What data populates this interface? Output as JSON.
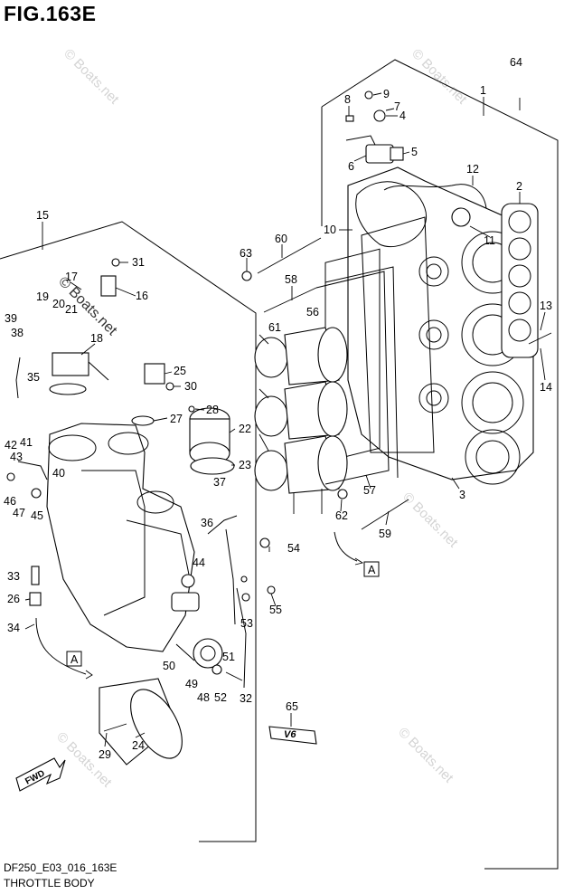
{
  "figure": {
    "title": "FIG.163E",
    "drawing_code": "DF250_E03_016_163E",
    "name": "THROTTLE BODY"
  },
  "watermark": "© Boats.net",
  "arrow_ref": "A",
  "fwd_label": "FWD",
  "emblem_text": "V6",
  "part_numbers": [
    "1",
    "2",
    "3",
    "4",
    "5",
    "6",
    "7",
    "8",
    "9",
    "10",
    "11",
    "12",
    "13",
    "14",
    "15",
    "16",
    "17",
    "18",
    "19",
    "20",
    "21",
    "22",
    "23",
    "24",
    "25",
    "26",
    "27",
    "28",
    "29",
    "30",
    "31",
    "32",
    "33",
    "34",
    "35",
    "36",
    "37",
    "38",
    "39",
    "40",
    "41",
    "42",
    "43",
    "44",
    "45",
    "46",
    "47",
    "48",
    "49",
    "50",
    "51",
    "52",
    "53",
    "54",
    "55",
    "56",
    "57",
    "58",
    "59",
    "60",
    "61",
    "62",
    "63",
    "64",
    "65"
  ]
}
